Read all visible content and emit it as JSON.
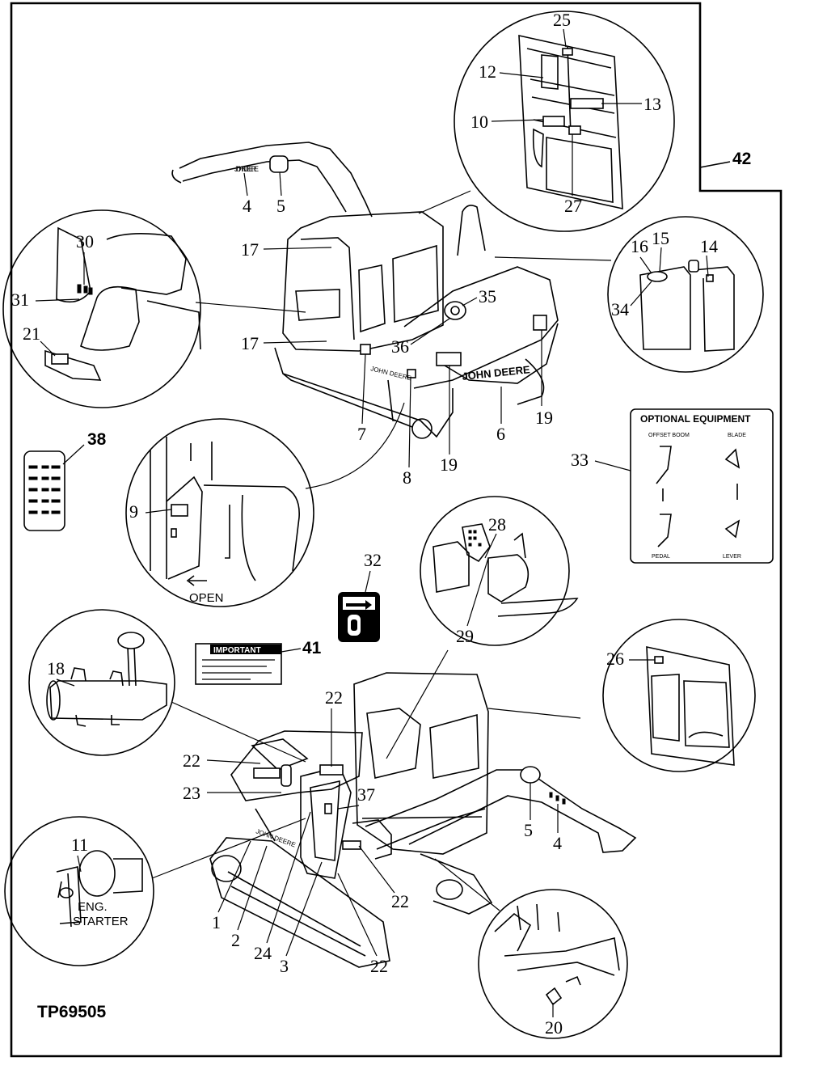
{
  "figure_id": "TP69505",
  "callouts": {
    "c1": "1",
    "c2": "2",
    "c3": "3",
    "c4a": "4",
    "c4b": "4",
    "c5a": "5",
    "c5b": "5",
    "c6": "6",
    "c7": "7",
    "c8": "8",
    "c9": "9",
    "c10": "10",
    "c11": "11",
    "c12": "12",
    "c13": "13",
    "c14": "14",
    "c15": "15",
    "c16": "16",
    "c17a": "17",
    "c17b": "17",
    "c18": "18",
    "c19a": "19",
    "c19b": "19",
    "c20": "20",
    "c21": "21",
    "c22a": "22",
    "c22b": "22",
    "c22c": "22",
    "c22d": "22",
    "c23": "23",
    "c24": "24",
    "c25": "25",
    "c26": "26",
    "c27": "27",
    "c28": "28",
    "c29": "29",
    "c30": "30",
    "c31": "31",
    "c32": "32",
    "c33": "33",
    "c34": "34",
    "c35": "35",
    "c36": "36",
    "c37": "37",
    "c38": "38",
    "c41": "41",
    "c42": "42"
  },
  "labels": {
    "optional_equipment": "OPTIONAL EQUIPMENT",
    "open": "OPEN",
    "eng_starter_line1": "ENG.",
    "eng_starter_line2": "STARTER",
    "important": "IMPORTANT",
    "brand_lower": "JOHN DEERE",
    "brand_side": "JOHN DEERE",
    "brand_boom": "JOHN DEERE",
    "pedal": "PEDAL",
    "lever": "LEVER",
    "offset_boom": "OFFSET BOOM",
    "blade": "BLADE"
  }
}
